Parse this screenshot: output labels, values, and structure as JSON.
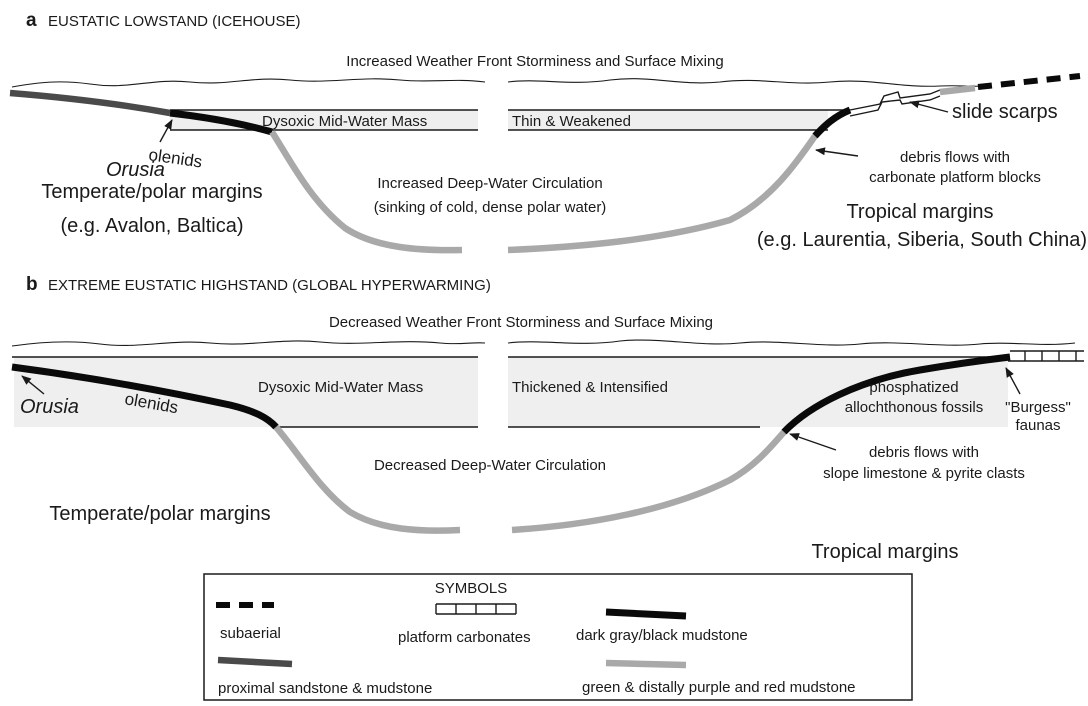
{
  "panel_a": {
    "letter": "a",
    "title": "EUSTATIC LOWSTAND  (ICEHOUSE)",
    "top_label": "Increased Weather Front Storminess and Surface Mixing",
    "mid_water_left": "Dysoxic  Mid-Water Mass",
    "mid_water_right": "Thin  &  Weakened",
    "olenids": "olenids",
    "orusia": "Orusia",
    "margin_left_1": "Temperate/polar margins",
    "margin_left_2": "(e.g. Avalon, Baltica)",
    "deep_circ_1": "Increased Deep-Water Circulation",
    "deep_circ_2": "(sinking of cold, dense polar water)",
    "slide_scarps": "slide scarps",
    "debris_1": "debris flows with",
    "debris_2": "carbonate platform blocks",
    "margin_right_1": "Tropical margins",
    "margin_right_2": "(e.g. Laurentia, Siberia, South China)"
  },
  "panel_b": {
    "letter": "b",
    "title": "EXTREME EUSTATIC HIGHSTAND  (GLOBAL HYPERWARMING)",
    "top_label": "Decreased  Weather Front Storminess and Surface Mixing",
    "mid_water_left": "Dysoxic  Mid-Water Mass",
    "mid_water_right": "Thickened  &  Intensified",
    "orusia": "Orusia",
    "olenids": "olenids",
    "phosph_1": "phosphatized",
    "phosph_2": "allochthonous fossils",
    "burgess_1": "\"Burgess\"",
    "burgess_2": "faunas",
    "deep_circ": "Decreased  Deep-Water Circulation",
    "debris_1": "debris flows with",
    "debris_2": "slope limestone & pyrite clasts",
    "margin_left": "Temperate/polar margins",
    "margin_right": "Tropical margins"
  },
  "legend": {
    "title": "SYMBOLS",
    "items": [
      {
        "label": "subaerial",
        "style": "dashed-black"
      },
      {
        "label": "platform carbonates",
        "style": "brick-outline"
      },
      {
        "label": "dark gray/black mudstone",
        "style": "black"
      },
      {
        "label": "proximal sandstone & mudstone",
        "style": "dark-gray"
      },
      {
        "label": "green & distally purple and red mudstone",
        "style": "light-gray"
      }
    ]
  },
  "colors": {
    "black_mudstone": "#0a0a0a",
    "dark_gray": "#4a4a4a",
    "light_gray": "#a9a9a9",
    "water_mass": "#efefef"
  }
}
